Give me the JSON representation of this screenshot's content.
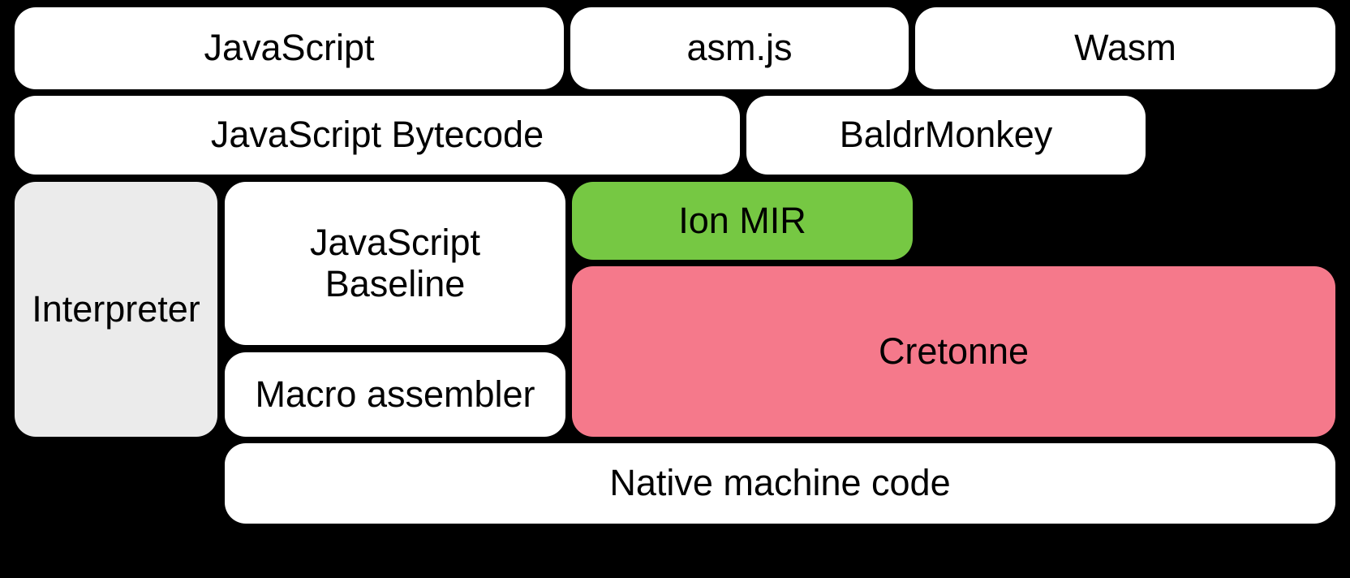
{
  "diagram": {
    "title": "SpiderMonkey compilation pipeline stack",
    "background_color": "#000000",
    "colors": {
      "white": "#FFFFFF",
      "gray": "#EBEBEB",
      "green": "#76C843",
      "pink": "#F5798B",
      "text": "#000000"
    },
    "rows": [
      {
        "name": "source-languages",
        "nodes": [
          {
            "id": "javascript",
            "label": "JavaScript",
            "color": "white"
          },
          {
            "id": "asmjs",
            "label": "asm.js",
            "color": "white"
          },
          {
            "id": "wasm",
            "label": "Wasm",
            "color": "white"
          }
        ]
      },
      {
        "name": "intermediate-representations",
        "nodes": [
          {
            "id": "javascript-bytecode",
            "label": "JavaScript Bytecode",
            "color": "white"
          },
          {
            "id": "baldrmonkey",
            "label": "BaldrMonkey",
            "color": "white"
          }
        ]
      },
      {
        "name": "engines-and-backends",
        "nodes": [
          {
            "id": "interpreter",
            "label": "Interpreter",
            "color": "gray"
          },
          {
            "id": "javascript-baseline",
            "label": "JavaScript\nBaseline",
            "color": "white"
          },
          {
            "id": "macro-assembler",
            "label": "Macro assembler",
            "color": "white"
          },
          {
            "id": "ion-mir",
            "label": "Ion MIR",
            "color": "green"
          },
          {
            "id": "cretonne",
            "label": "Cretonne",
            "color": "pink"
          }
        ]
      },
      {
        "name": "output",
        "nodes": [
          {
            "id": "native-machine-code",
            "label": "Native machine code",
            "color": "white"
          }
        ]
      }
    ]
  }
}
